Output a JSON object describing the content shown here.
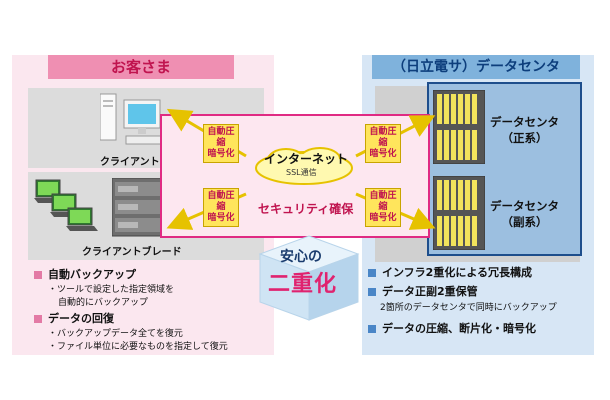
{
  "customer": {
    "title": "お客さま",
    "pc_label": "クライアントPC",
    "blade_label": "クライアントブレード",
    "backup": {
      "heading": "自動バックアップ",
      "lines": [
        "・ツールで設定した指定領域を",
        "自動的にバックアップ"
      ]
    },
    "recovery": {
      "heading": "データの回復",
      "lines": [
        "・バックアップデータ全てを復元",
        "・ファイル単位に必要なものを指定して復元"
      ]
    }
  },
  "datacenter": {
    "title": "（日立電サ）データセンタ",
    "primary": {
      "line1": "データセンタ",
      "line2": "（正系）"
    },
    "secondary": {
      "line1": "データセンタ",
      "line2": "（副系）"
    },
    "features": [
      "インフラ2重化による冗長構成",
      "データ正副2重保管",
      "データの圧縮、断片化・暗号化"
    ],
    "feature_note": "2箇所のデータセンタで同時にバックアップ"
  },
  "network": {
    "internet": "インターネット",
    "ssl": "SSL通信",
    "security": "セキュリティ確保",
    "encryption_tag": {
      "line1": "自動圧縮",
      "line2": "暗号化"
    }
  },
  "center": {
    "line1": "安心の",
    "line2": "二重化"
  },
  "colors": {
    "pink": "#e02a83",
    "blue": "#1e4e8c",
    "yellow": "#ffe55c"
  }
}
